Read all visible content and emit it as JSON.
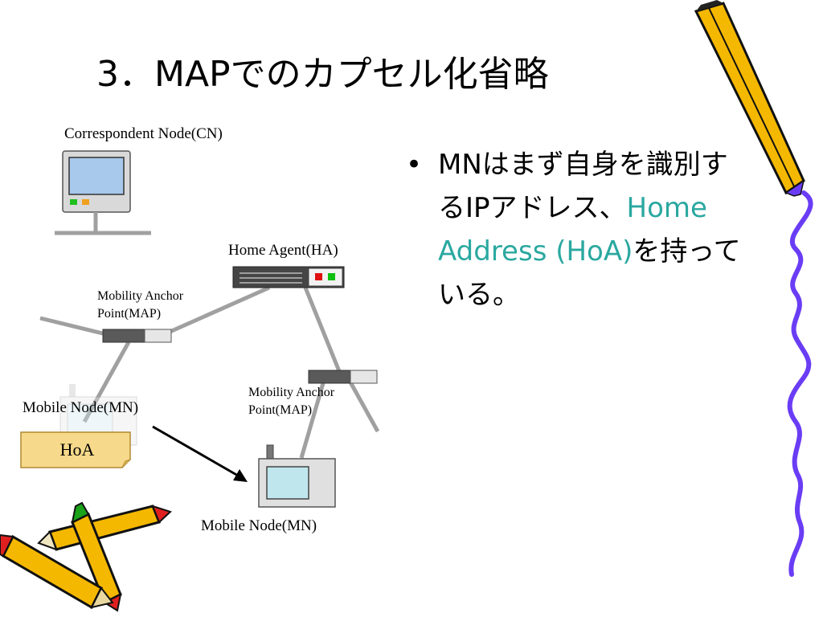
{
  "slide": {
    "title": "3．MAPでのカプセル化省略"
  },
  "diagram": {
    "cn_label": "Correspondent Node(CN)",
    "ha_label": "Home Agent(HA)",
    "map1_label_line1": "Mobility Anchor",
    "map1_label_line2": "Point(MAP)",
    "map2_label_line1": "Mobility Anchor",
    "map2_label_line2": "Point(MAP)",
    "mn_old_label": "Mobile Node(MN)",
    "mn_new_label": "Mobile Node(MN)",
    "hoa_label": "HoA"
  },
  "bullet": {
    "dot": "•",
    "text_part1": "MNはまず自身を識別するIPアドレス、",
    "highlight": "Home Address (HoA)",
    "text_part2": "を持っている。"
  },
  "colors": {
    "accent": "#2aa8a0",
    "squiggle": "#6a3df5",
    "pencil_body": "#f5b800",
    "pencil_tip": "#e02020"
  },
  "icons": {
    "cn": "desktop-computer-icon",
    "ha": "router-icon",
    "map": "switch-icon",
    "mn": "mobile-device-icon",
    "decor": "pencil-icon"
  }
}
